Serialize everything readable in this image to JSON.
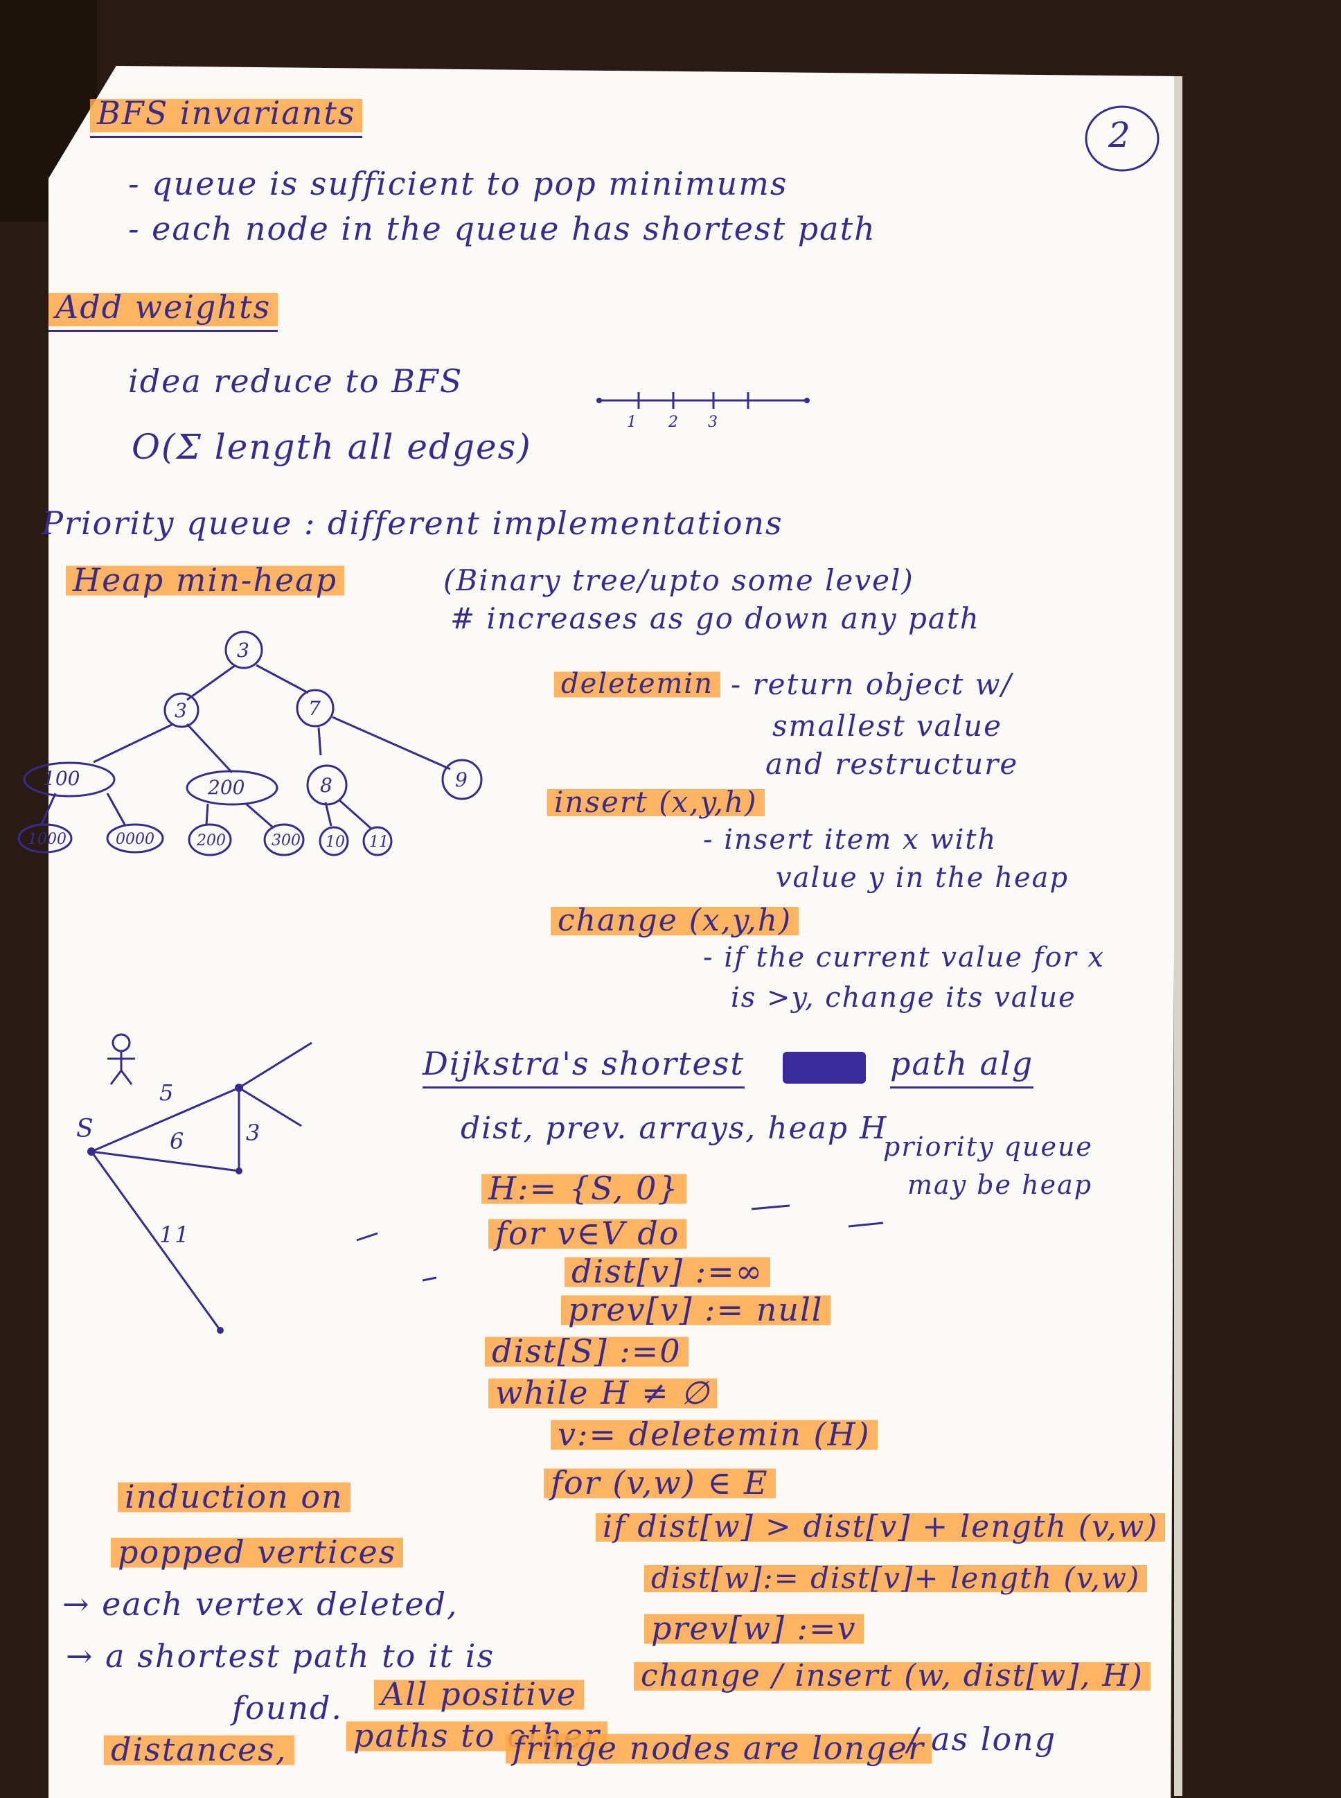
{
  "page_number": "2",
  "bfs": {
    "title": "BFS invariants",
    "bullets": [
      "- queue is sufficient to pop minimums",
      "- each node in the queue has shortest path"
    ]
  },
  "weights": {
    "title": "Add weights",
    "idea": "idea reduce to BFS",
    "complexity": "O(Σ length all edges)",
    "number_line": [
      "1",
      "2",
      "3"
    ]
  },
  "priority_queue": {
    "line": "Priority queue : different implementations",
    "heap_label": "Heap  min-heap",
    "heap_desc": "(Binary tree/upto some level)",
    "increase": "# increases as go down any path"
  },
  "heap_tree": {
    "nodes": [
      "3",
      "3",
      "7",
      "100",
      "200",
      "8",
      "9",
      "1000",
      "0000",
      "200",
      "300",
      "10",
      "11"
    ]
  },
  "operations": {
    "deletemin": {
      "name": "deletemin",
      "desc": [
        "- return object w/",
        "smallest value",
        "and restructure"
      ]
    },
    "insert": {
      "name": "insert (x,y,h)",
      "desc": [
        "- insert item x with",
        "value y in the heap"
      ]
    },
    "change": {
      "name": "change (x,y,h)",
      "desc": [
        "- if the current value for x",
        "is >y, change its value"
      ]
    }
  },
  "graph": {
    "start": "S",
    "edge_labels": [
      "5",
      "6",
      "3",
      "11"
    ]
  },
  "dijkstra": {
    "title_left": "Dijkstra's shortest",
    "title_right": "path alg",
    "setup": "dist, prev. arrays, heap H",
    "note": [
      "priority queue",
      "may be heap"
    ],
    "code": [
      "H:= {S, 0}",
      "for v∈V do",
      "dist[v] :=∞",
      "prev[v] := null",
      "dist[S] :=0",
      "while H ≠ ∅",
      "v:= deletemin (H)",
      "for (v,w) ∈ E",
      "if dist[w] > dist[v] + length (v,w)",
      "dist[w]:= dist[v]+ length (v,w)",
      "prev[w] :=v",
      "change / insert (w, dist[w], H)"
    ]
  },
  "induction": {
    "title": [
      "induction on",
      "popped vertices"
    ],
    "lines": [
      "→ each vertex deleted,",
      "→ a shortest path to it is",
      "found.",
      "All positive",
      "distances,",
      "paths to other",
      "fringe nodes are longer",
      "/ as long"
    ]
  },
  "colors": {
    "ink": "#3b2a8e",
    "highlight": "#ffa846",
    "paper": "#fbfaf6"
  }
}
